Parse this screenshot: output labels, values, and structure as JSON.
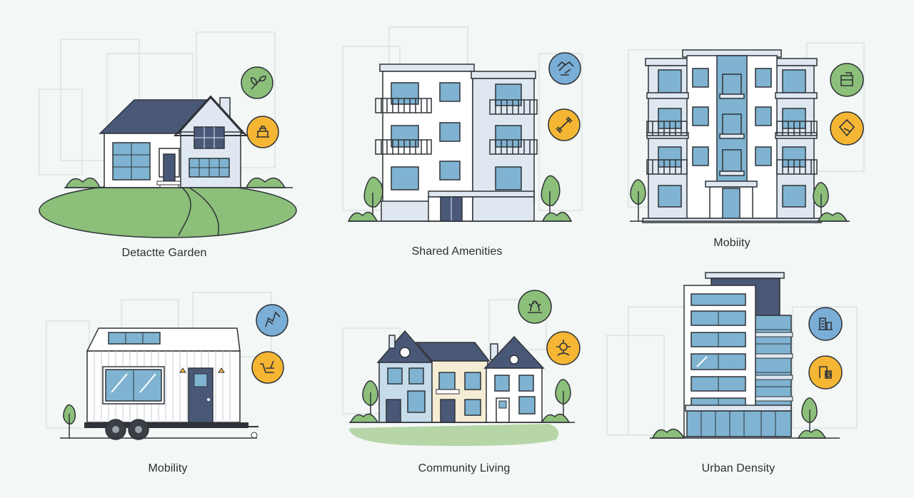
{
  "cards": [
    {
      "caption": "Detactte Garden",
      "icons": [
        "sprout-icon",
        "bell-icon"
      ],
      "icon_colors": [
        "#8cbf7a",
        "#f5b634"
      ]
    },
    {
      "caption": "Shared Amenities",
      "icons": [
        "handshake-icon",
        "dumbbell-icon"
      ],
      "icon_colors": [
        "#7aaed6",
        "#f5b634"
      ]
    },
    {
      "caption": "Mobiity",
      "icons": [
        "box-icon",
        "tag-icon"
      ],
      "icon_colors": [
        "#8cbf7a",
        "#f5b634"
      ]
    },
    {
      "caption": "Mobility",
      "icons": [
        "route-icon",
        "cart-icon"
      ],
      "icon_colors": [
        "#7aaed6",
        "#f5b634"
      ]
    },
    {
      "caption": "Community Living",
      "icons": [
        "campfire-icon",
        "sun-icon"
      ],
      "icon_colors": [
        "#8cbf7a",
        "#f5b634"
      ]
    },
    {
      "caption": "Urban Density",
      "icons": [
        "building-icon",
        "lock-icon"
      ],
      "icon_colors": [
        "#7aaed6",
        "#f5b634"
      ]
    }
  ],
  "palette": {
    "ink": "#2f3338",
    "roof": "#4a5878",
    "window": "#7fb3d1",
    "wall": "#ffffff",
    "wall_alt": "#dfe8f0",
    "grass": "#8cbf7a",
    "tree": "#8cbf7a",
    "accent_blue": "#7aaed6",
    "accent_yellow": "#f5b634"
  }
}
